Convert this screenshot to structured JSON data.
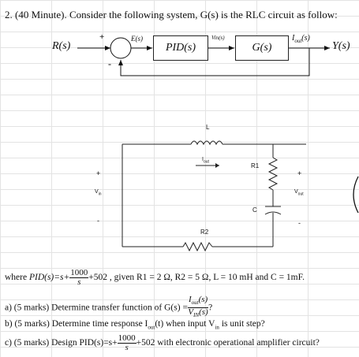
{
  "question": {
    "title": "2. (40 Minute). Consider the following system, G(s) is the RLC circuit as follow:"
  },
  "block_diagram": {
    "input": "R(s)",
    "plus": "+",
    "minus": "-",
    "error": "E(s)",
    "pid": "PID(s)",
    "vin": "Vin(s)",
    "plant": "G(s)",
    "iout_main": "I",
    "iout_sub": "out",
    "iout_s": "(s)",
    "output": "Y(s)"
  },
  "circuit": {
    "inductor": "L",
    "iout": "I",
    "iout_sub": "out",
    "r1": "R1",
    "r2": "R2",
    "cap": "C",
    "vin_plus": "+",
    "vin_minus": "-",
    "vin": "V",
    "vin_sub": "in",
    "vout_plus": "+",
    "vout_minus": "-",
    "vout": "V",
    "vout_sub": "out"
  },
  "where_line": {
    "lead": "where ",
    "pid": "PID(s)=s+",
    "frac_num": "1000",
    "frac_den": "s",
    "tail": "+502 , given R1 = 2 Ω, R2 = 5 Ω, L = 10 mH and C = 1mF."
  },
  "part_a": {
    "lead": "a) (5 marks) Determine transfer function of G(s) =",
    "num": "I",
    "num_sub": "out",
    "num_s": "(s)",
    "den": "V",
    "den_sub": "IN",
    "den_s": "(s)",
    "tail": "?"
  },
  "part_b": {
    "lead": "b) (5 marks) Determine time response I",
    "sub1": "out",
    "mid": "(t) when input V",
    "sub2": "in",
    "tail": " is unit step?"
  },
  "part_c": {
    "lead": "c) (5 marks) Design PID(s)=s+",
    "frac_num": "1000",
    "frac_den": "s",
    "tail": "+502  with electronic operational amplifier circuit?"
  }
}
